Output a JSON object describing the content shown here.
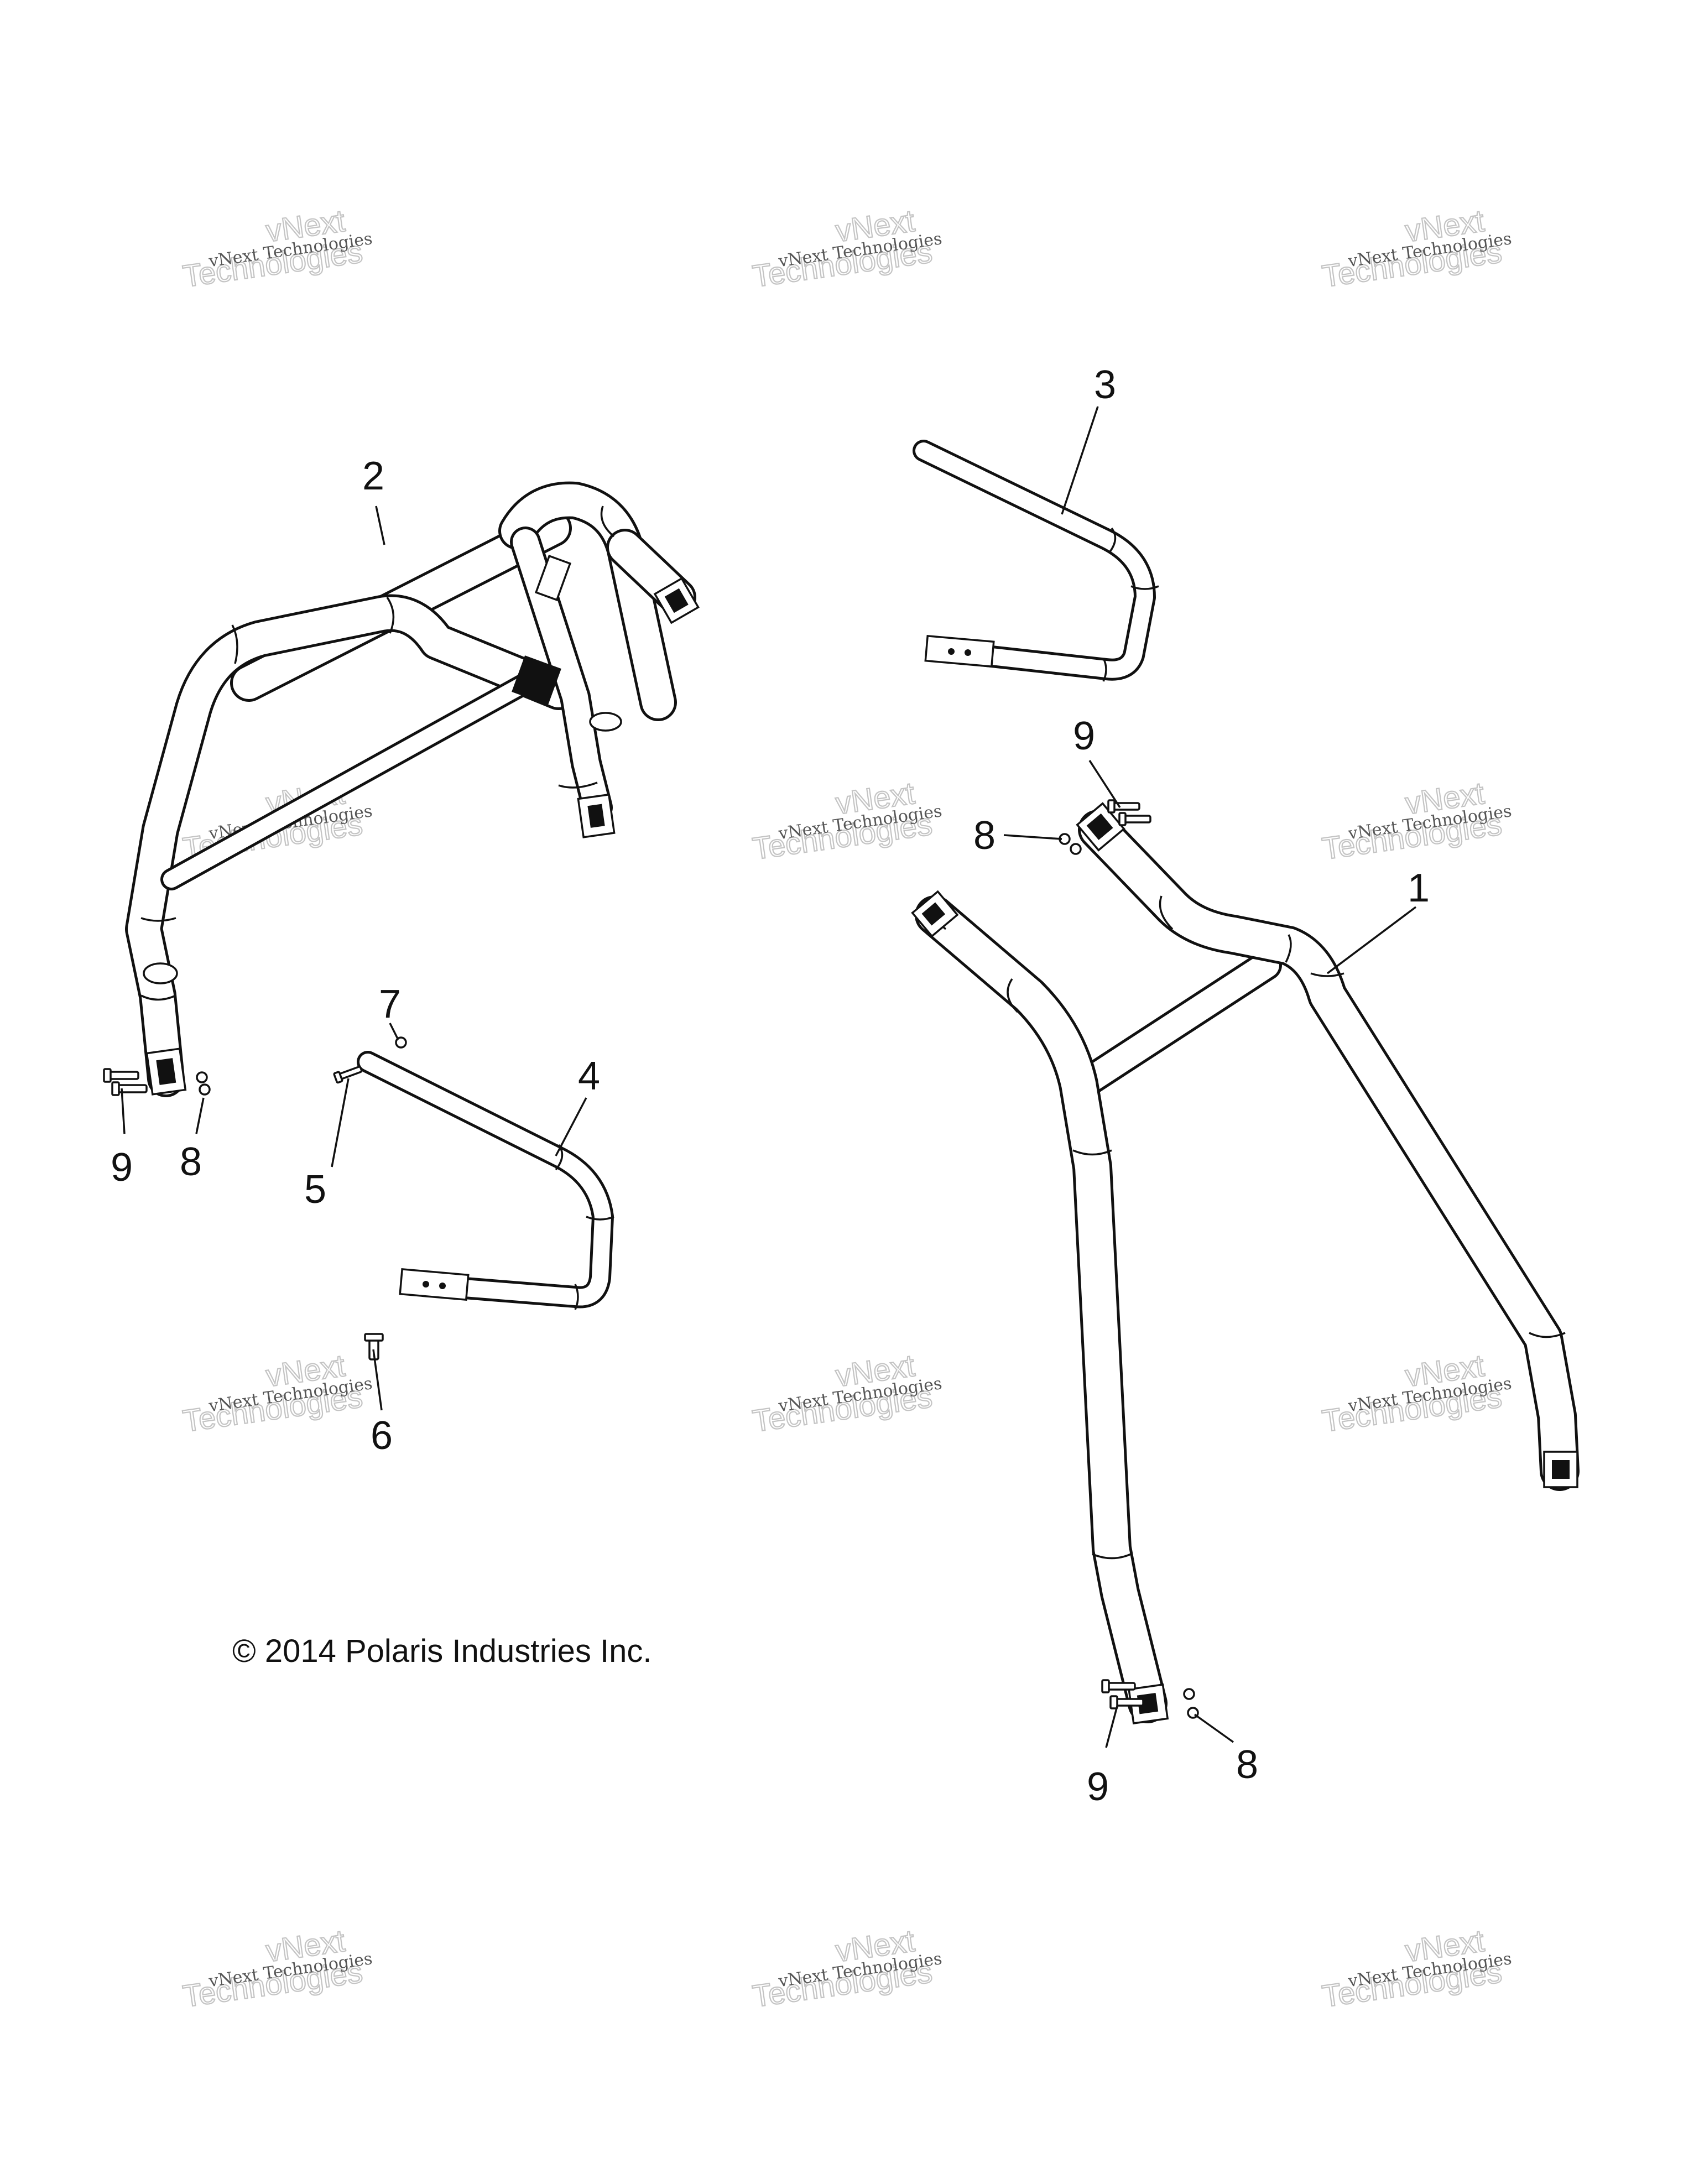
{
  "copyright": "© 2014 Polaris Industries Inc.",
  "watermark": {
    "line_small": "vNext Technologies",
    "big_top": "vNext",
    "big_bottom": "Technologies"
  },
  "callouts": {
    "c1": "1",
    "c2": "2",
    "c3": "3",
    "c4": "4",
    "c5": "5",
    "c6": "6",
    "c7": "7",
    "c8a": "8",
    "c8b": "8",
    "c8c": "8",
    "c9a": "9",
    "c9b": "9",
    "c9c": "9"
  },
  "colors": {
    "line": "#111111",
    "watermark_outline": "#c4c4c4",
    "watermark_text": "#555555"
  }
}
